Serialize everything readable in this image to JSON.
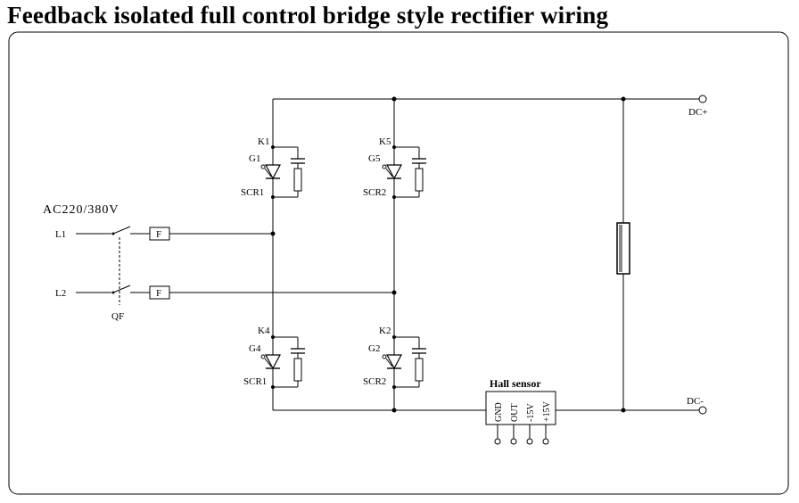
{
  "title": "Feedback isolated full control bridge style rectifier wiring",
  "source": {
    "label": "AC220/380V",
    "l1": "L1",
    "l2": "L2",
    "breaker": "QF",
    "fuse1": "F",
    "fuse2": "F"
  },
  "thyristors": {
    "k1": {
      "k": "K1",
      "g": "G1",
      "scr": "SCR1"
    },
    "k5": {
      "k": "K5",
      "g": "G5",
      "scr": "SCR2"
    },
    "k4": {
      "k": "K4",
      "g": "G4",
      "scr": "SCR1"
    },
    "k2": {
      "k": "K2",
      "g": "G2",
      "scr": "SCR2"
    }
  },
  "hall_sensor": {
    "title": "Hall sensor",
    "pins": [
      "GND",
      "OUT",
      "-15V",
      "+15V"
    ]
  },
  "outputs": {
    "dc_plus": "DC+",
    "dc_minus": "DC-"
  }
}
